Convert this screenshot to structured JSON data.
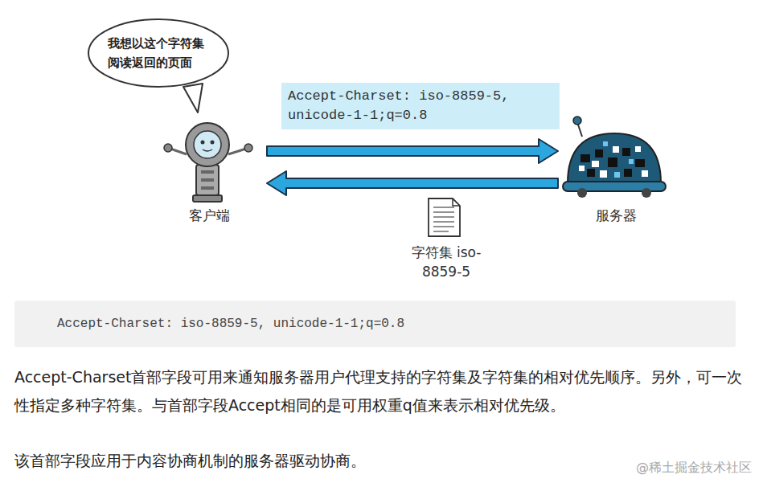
{
  "diagram": {
    "nodes": [
      {
        "text": [
          "我想以这个字符集 阅读返回的页面"
        ]
      },
      {
        "text": [
          "客户端"
        ]
      },
      {
        "text": [
          "服务器"
        ]
      },
      {
        "text": [
          "Accept-Charset: iso-8859-5, unicode-1-1;q=0.8"
        ]
      }
    ],
    "edges": [
      {
        "from": 1,
        "to": 2,
        "arrow": "to",
        "label": "Accept-Charset: iso-8859-5, unicode-1-1;q=0.8"
      },
      {
        "from": 2,
        "to": 1,
        "arrow": "to",
        "label": "字符集 iso-8859-5"
      }
    ],
    "labels": [
      "Accept-Charset首部字段可用来通知服务器用户代理支持的字符集及字符集的相对优先顺序。另外，可一次性指定多种字符集。与首部字段Accept相同的是可用权重q值来表示相对优先级。",
      "该首部字段应用于内容协商机制的服务器驱动协商。",
      "@稀土掘金技术社区"
    ]
  }
}
